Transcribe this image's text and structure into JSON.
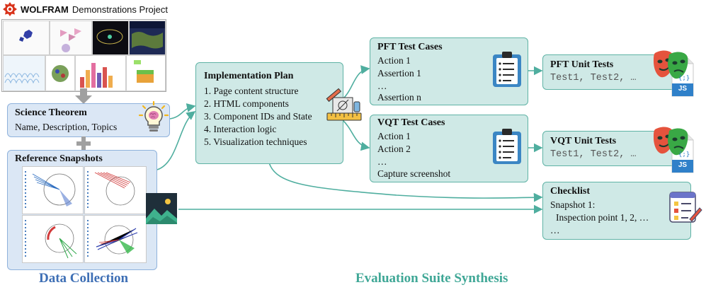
{
  "header": {
    "brand_bold": "WOLFRAM",
    "brand_rest": "Demonstrations Project"
  },
  "science_theorem": {
    "title": "Science Theorem",
    "subtitle": "Name, Description, Topics"
  },
  "reference_snapshots": {
    "title": "Reference Snapshots"
  },
  "implementation_plan": {
    "title": "Implementation Plan",
    "items": [
      "1. Page content structure",
      "2. HTML components",
      "3. Component IDs and State",
      "4. Interaction logic",
      "5. Visualization techniques"
    ]
  },
  "pft_test_cases": {
    "title": "PFT Test Cases",
    "lines": [
      "Action 1",
      "Assertion 1",
      "…",
      "Assertion n"
    ]
  },
  "vqt_test_cases": {
    "title": "VQT Test Cases",
    "lines": [
      "Action 1",
      "Action 2",
      "…",
      "Capture screenshot"
    ]
  },
  "pft_unit_tests": {
    "title": "PFT Unit Tests",
    "code": "Test1, Test2, …",
    "js_badge": "JS"
  },
  "vqt_unit_tests": {
    "title": "VQT Unit Tests",
    "code": "Test1, Test2, …",
    "js_badge": "JS"
  },
  "checklist": {
    "title": "Checklist",
    "lines": [
      "Snapshot 1:",
      "Inspection point 1, 2, …",
      "…"
    ]
  },
  "sections": {
    "data_collection": "Data Collection",
    "evaluation_suite": "Evaluation Suite Synthesis"
  },
  "colors": {
    "blue_fill": "#dbe7f5",
    "blue_border": "#8fb2dc",
    "teal_fill": "#cfe9e6",
    "teal_border": "#5fb3a5",
    "arrow_teal": "#4fae9f",
    "arrow_gray": "#9e9e9e",
    "label_blue": "#3e6fb5",
    "label_teal": "#3fa796"
  },
  "icons": [
    "wolfram-logo-icon",
    "lightbulb-brain-icon",
    "plus-icon",
    "down-arrow-icon",
    "image-icon",
    "design-tools-icon",
    "clipboard-icon",
    "playwright-masks-icon",
    "js-file-icon",
    "checklist-icon"
  ]
}
